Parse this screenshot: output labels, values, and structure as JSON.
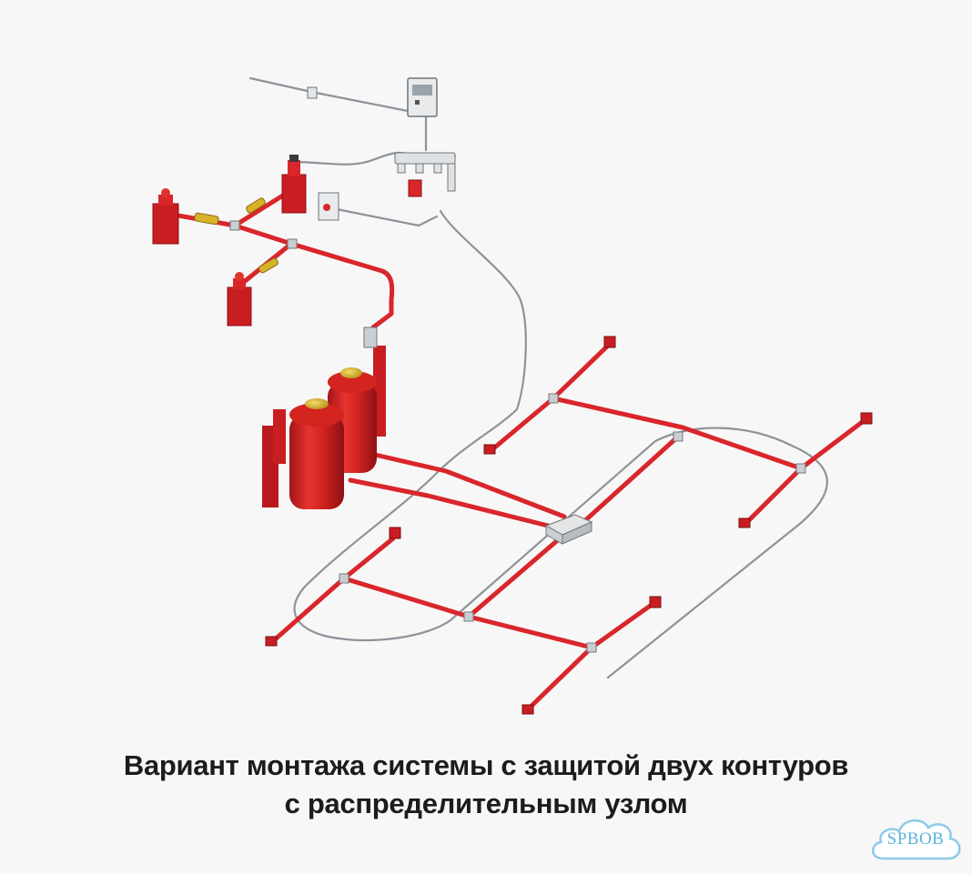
{
  "caption": {
    "line1": "Вариант монтажа системы с защитой двух контуров",
    "line2": "с распределительным узлом"
  },
  "watermark": {
    "text": "SPBOB"
  },
  "colors": {
    "pipe": "#d9262b",
    "pipe_dark": "#a8151a",
    "cylinder": "#d4201f",
    "cable": "#8d939a",
    "brass": "#d7b22a"
  }
}
